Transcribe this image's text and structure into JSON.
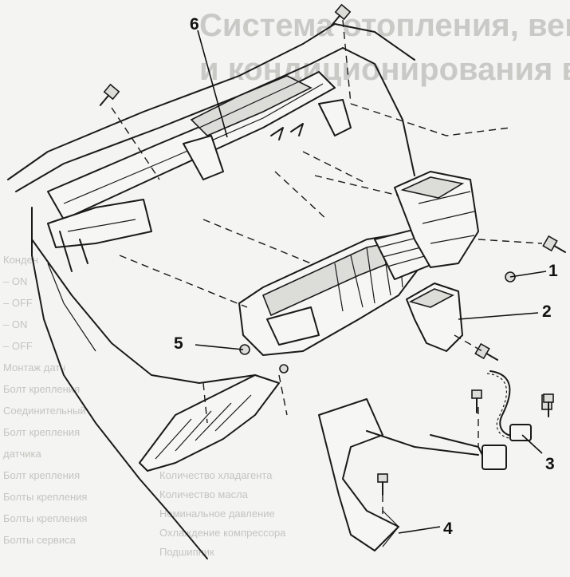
{
  "bleed_through": {
    "heading_line1": "Система отопления, вентил",
    "heading_line2": "и кондиционирования возд",
    "side_lines": [
      "Конден",
      "– ON",
      "– OFF",
      "– ON",
      "– OFF",
      "Монтаж датч",
      "Болт крепления",
      "Соединительный",
      "Болт крепления",
      "датчика",
      "Болт крепления",
      "Болты крепления",
      "Болты крепления",
      "Болты сервиса"
    ],
    "bottom_lines": [
      "Количество хладагента",
      "Количество масла",
      "Номинальное давление",
      "Охлаждение компрессора",
      "Подшипник"
    ]
  },
  "callouts": [
    {
      "label": "1"
    },
    {
      "label": "2"
    },
    {
      "label": "3"
    },
    {
      "label": "4"
    },
    {
      "label": "5"
    },
    {
      "label": "6"
    }
  ],
  "parts": {
    "p1": "air-intake-duct-icon",
    "p2": "recirculation-duct-icon",
    "p3": "blower-resistor-connector-icon",
    "p4": "heater-bracket-icon",
    "p5": "mounting-screw-icon",
    "p6": "dashboard-crossmember-icon"
  }
}
